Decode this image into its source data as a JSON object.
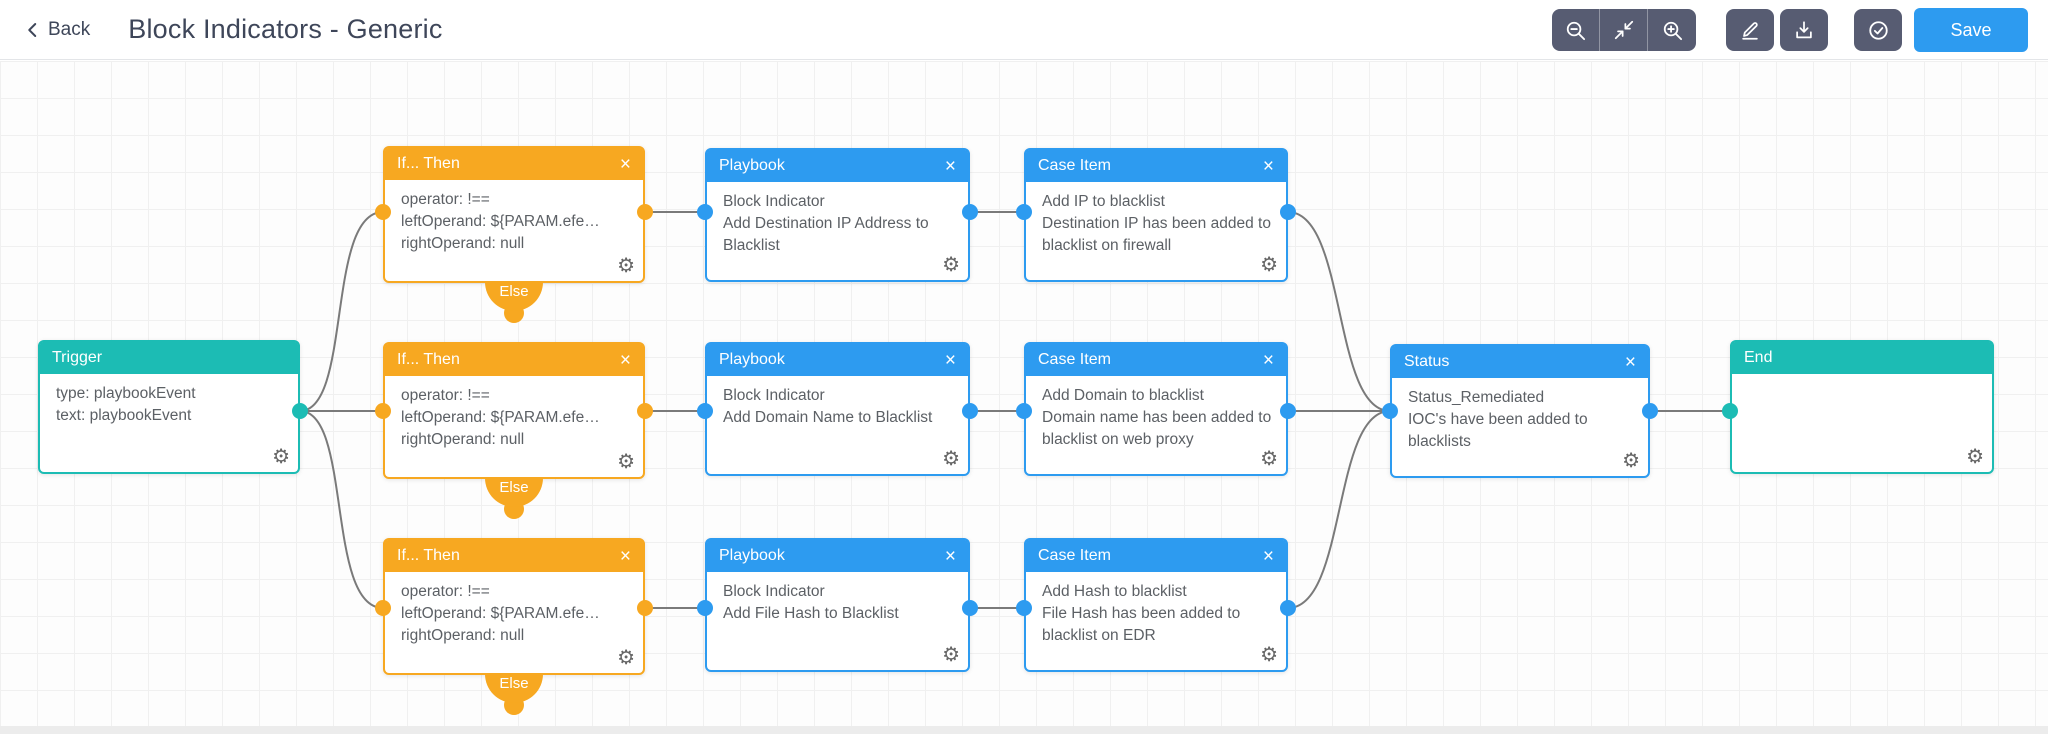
{
  "header": {
    "back_label": "Back",
    "title": "Block Indicators - Generic",
    "save_label": "Save",
    "toolbar_icons": [
      "zoom-out",
      "fit-view",
      "zoom-in",
      "edit",
      "download",
      "validate"
    ]
  },
  "icons": {
    "close": "×",
    "gear": "⚙"
  },
  "colors": {
    "teal": "#1cbcb4",
    "orange": "#f7a821",
    "blue": "#2d9bf0",
    "toolbar_slate": "#575c72",
    "save_blue": "#2d9bf0",
    "edge_gray": "#7a7a7a"
  },
  "nodes": {
    "trigger": {
      "title": "Trigger",
      "lines": [
        "type: playbookEvent",
        "text: playbookEvent"
      ]
    },
    "if1": {
      "title": "If... Then",
      "else_label": "Else",
      "lines": [
        "operator: !==",
        "leftOperand: ${PARAM.efe…",
        "rightOperand: null"
      ]
    },
    "if2": {
      "title": "If... Then",
      "else_label": "Else",
      "lines": [
        "operator: !==",
        "leftOperand: ${PARAM.efe…",
        "rightOperand: null"
      ]
    },
    "if3": {
      "title": "If... Then",
      "else_label": "Else",
      "lines": [
        "operator: !==",
        "leftOperand: ${PARAM.efe…",
        "rightOperand: null"
      ]
    },
    "pb1": {
      "title": "Playbook",
      "lines": [
        "Block Indicator",
        "Add Destination IP Address to Blacklist"
      ]
    },
    "pb2": {
      "title": "Playbook",
      "lines": [
        "Block Indicator",
        "Add Domain Name to Blacklist"
      ]
    },
    "pb3": {
      "title": "Playbook",
      "lines": [
        "Block Indicator",
        "Add File Hash to Blacklist"
      ]
    },
    "ci1": {
      "title": "Case Item",
      "lines": [
        "Add IP to blacklist",
        "Destination IP has been added to blacklist on firewall"
      ]
    },
    "ci2": {
      "title": "Case Item",
      "lines": [
        "Add Domain to blacklist",
        "Domain name has been added to blacklist on web proxy"
      ]
    },
    "ci3": {
      "title": "Case Item",
      "lines": [
        "Add Hash to blacklist",
        "File Hash has been added to blacklist on EDR"
      ]
    },
    "status": {
      "title": "Status",
      "lines": [
        "Status_Remediated",
        "IOC's have been added to blacklists"
      ]
    },
    "end": {
      "title": "End",
      "lines": []
    }
  }
}
